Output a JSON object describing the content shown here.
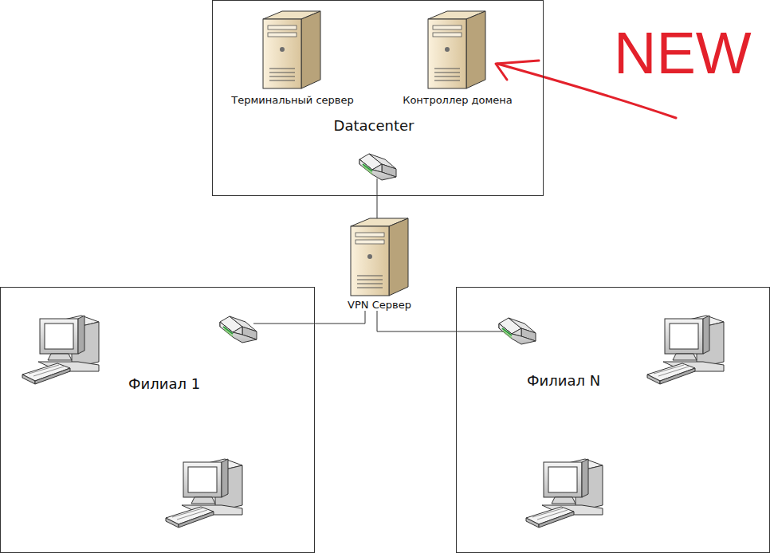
{
  "diagram": {
    "nodes": [
      {
        "text": [
          "Datacenter"
        ]
      },
      {
        "text": [
          "Терминальный сервер"
        ],
        "in": 0
      },
      {
        "text": [
          "Контроллер домена"
        ],
        "in": 0
      },
      {
        "text": [
          "VPN Сервер"
        ]
      },
      {
        "text": [
          "Филиал 1"
        ]
      },
      {
        "text": [
          "Филиал N"
        ]
      }
    ],
    "edges": [
      {
        "from": 0,
        "to": 3,
        "arrow": "none"
      },
      {
        "from": 3,
        "to": 4,
        "arrow": "none"
      },
      {
        "from": 3,
        "to": 5,
        "arrow": "none"
      }
    ],
    "labels": [
      "NEW"
    ]
  }
}
